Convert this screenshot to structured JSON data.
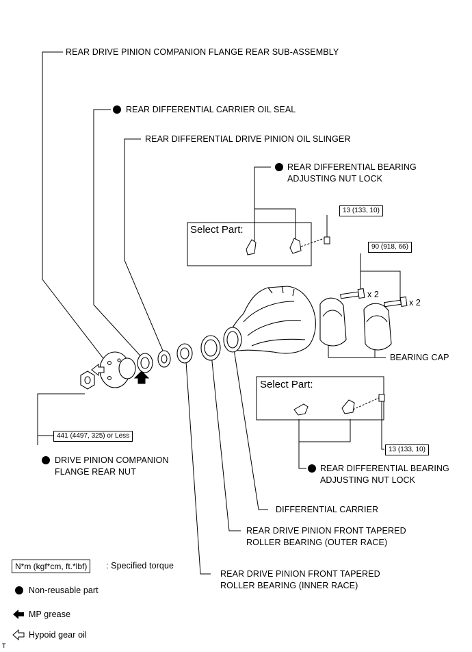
{
  "labels": {
    "companion_flange": "REAR DRIVE PINION COMPANION FLANGE REAR SUB-ASSEMBLY",
    "oil_seal": "REAR DIFFERENTIAL CARRIER OIL SEAL",
    "oil_slinger": "REAR DIFFERENTIAL DRIVE PINION OIL SLINGER",
    "nut_lock_upper_1": "REAR DIFFERENTIAL BEARING",
    "nut_lock_upper_2": "ADJUSTING NUT LOCK",
    "bearing_cap": "BEARING CAP",
    "flange_nut_1": "DRIVE PINION COMPANION",
    "flange_nut_2": "FLANGE REAR NUT",
    "nut_lock_lower_1": "REAR DIFFERENTIAL BEARING",
    "nut_lock_lower_2": "ADJUSTING NUT LOCK",
    "carrier": "DIFFERENTIAL CARRIER",
    "outer_race_1": "REAR DRIVE PINION FRONT TAPERED",
    "outer_race_2": "ROLLER BEARING (OUTER RACE)",
    "inner_race_1": "REAR DRIVE PINION FRONT TAPERED",
    "inner_race_2": "ROLLER BEARING (INNER RACE)"
  },
  "select_part": {
    "upper_title": "Select Part:",
    "lower_title": "Select Part:"
  },
  "torques": {
    "upper_lock_bolt": "13 (133, 10)",
    "cap_bolt": "90 (918, 66)",
    "lower_lock_bolt": "13 (133, 10)",
    "flange_nut": "441 (4497, 325) or Less"
  },
  "quantities": {
    "cap_bolt_a": "x 2",
    "cap_bolt_b": "x 2"
  },
  "legend": {
    "torque_box": "N*m (kgf*cm, ft.*lbf)",
    "torque_text": ": Specified torque",
    "non_reusable": "Non-reusable part",
    "mp_grease": "MP grease",
    "hypoid_oil": "Hypoid gear oil"
  },
  "corner_mark": "T"
}
